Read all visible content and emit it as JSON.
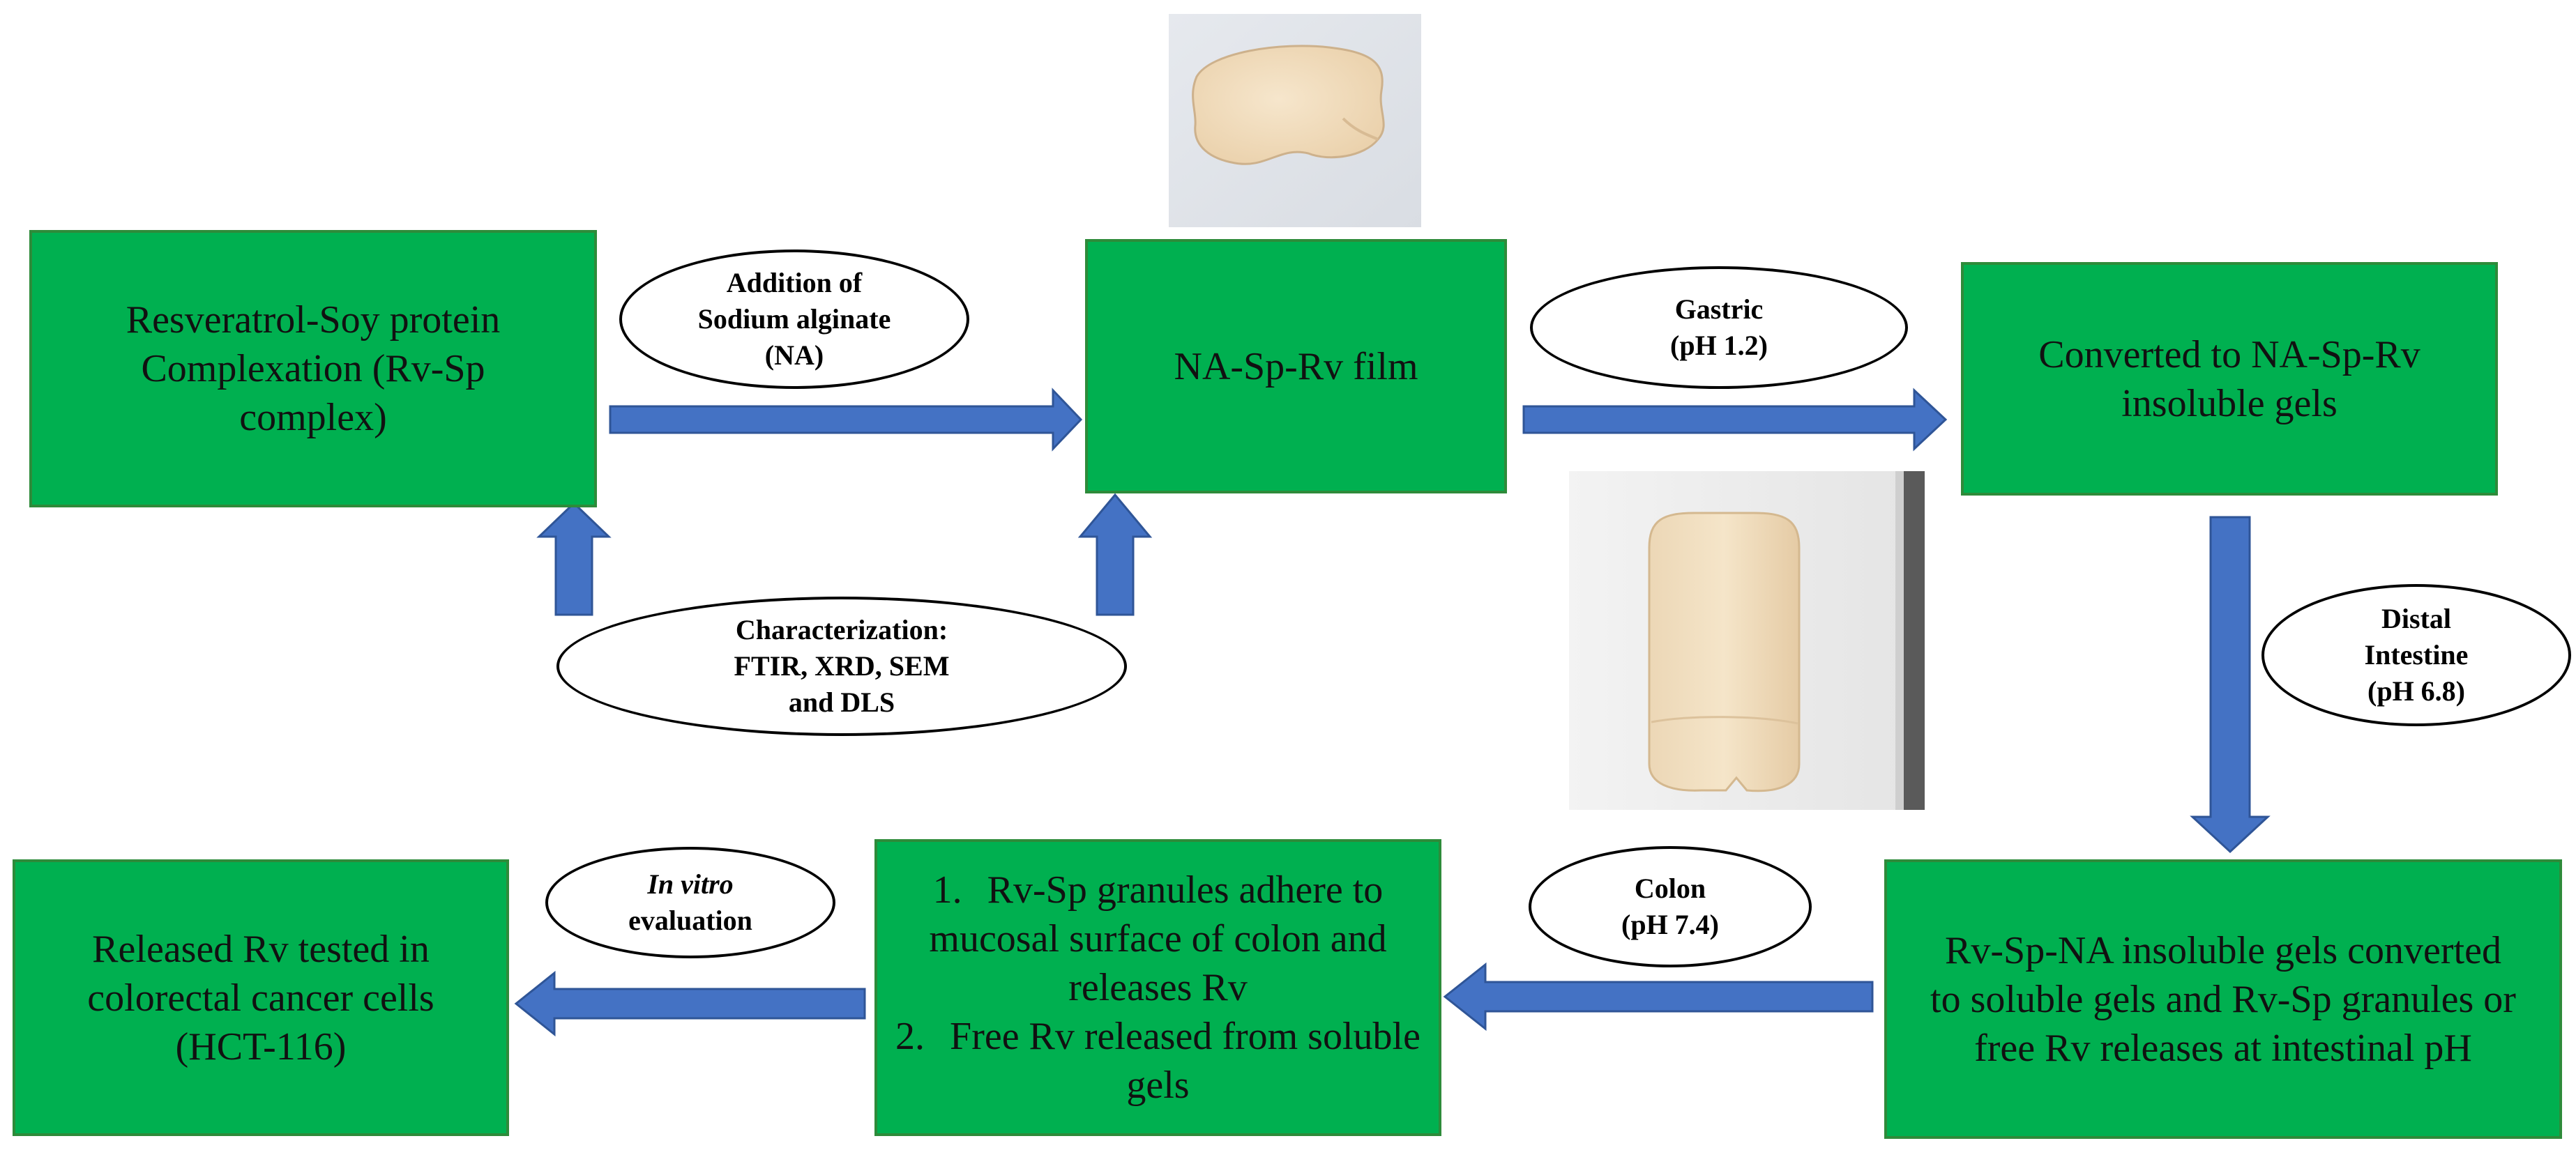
{
  "boxes": {
    "complexation": "Resveratrol-Soy protein Complexation (Rv-Sp complex)",
    "film": "NA-Sp-Rv film",
    "gels": "Converted to NA-Sp-Rv insoluble gels",
    "soluble": "Rv-Sp-NA insoluble gels converted to soluble gels and Rv-Sp granules or free Rv releases at intestinal pH",
    "granules": {
      "step1_num": "1.",
      "step1_text": "Rv-Sp granules adhere to mucosal surface of colon and releases Rv",
      "step2_num": "2.",
      "step2_text": "Free Rv released from soluble gels"
    },
    "released": "Released Rv tested in colorectal cancer cells (HCT-116)"
  },
  "ellipses": {
    "alginate": [
      "Addition of",
      "Sodium alginate",
      "(NA)"
    ],
    "gastric": [
      "Gastric",
      "(pH 1.2)"
    ],
    "characterization": [
      "Characterization:",
      "FTIR, XRD, SEM",
      "and DLS"
    ],
    "distal": [
      "Distal",
      "Intestine",
      "(pH 6.8)"
    ],
    "colon": [
      "Colon",
      "(pH 7.4)"
    ],
    "invitro": [
      "In vitro",
      "evaluation"
    ]
  },
  "photos": {
    "film_photo": "film-photo",
    "gel_photo": "gel-photo"
  },
  "colors": {
    "box_fill": "#00b050",
    "arrow_fill": "#4472c4"
  }
}
